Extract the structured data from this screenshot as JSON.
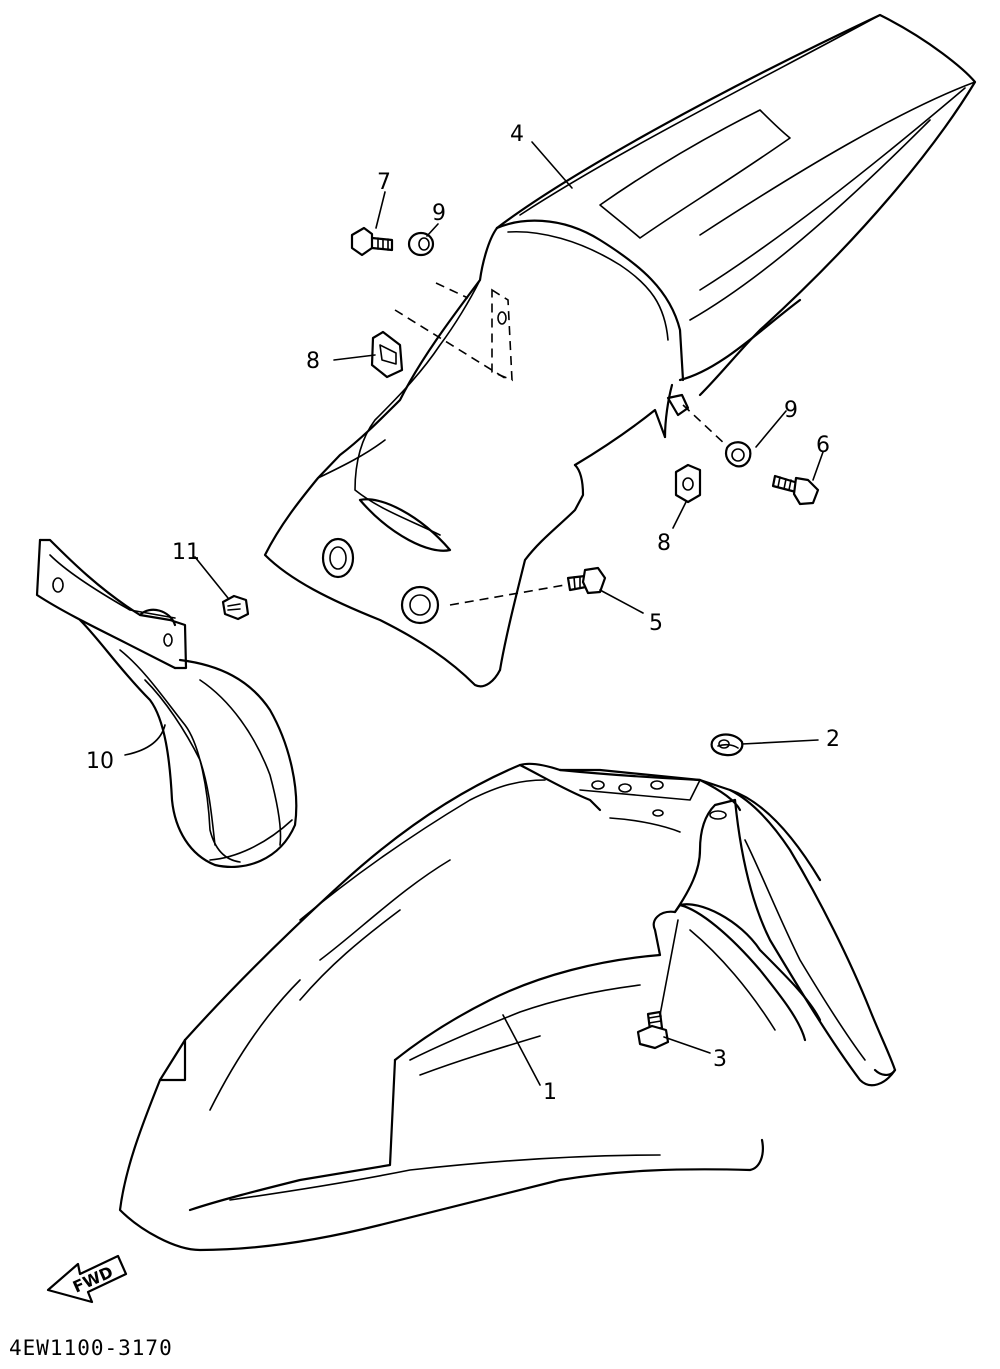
{
  "diagram": {
    "callouts": {
      "c1": "1",
      "c2": "2",
      "c3": "3",
      "c4": "4",
      "c5": "5",
      "c6": "6",
      "c7": "7",
      "c8a": "8",
      "c8b": "8",
      "c9a": "9",
      "c9b": "9",
      "c10": "10",
      "c11": "11"
    },
    "direction_label": "FWD",
    "drawing_code": "4EW1100-3170"
  }
}
